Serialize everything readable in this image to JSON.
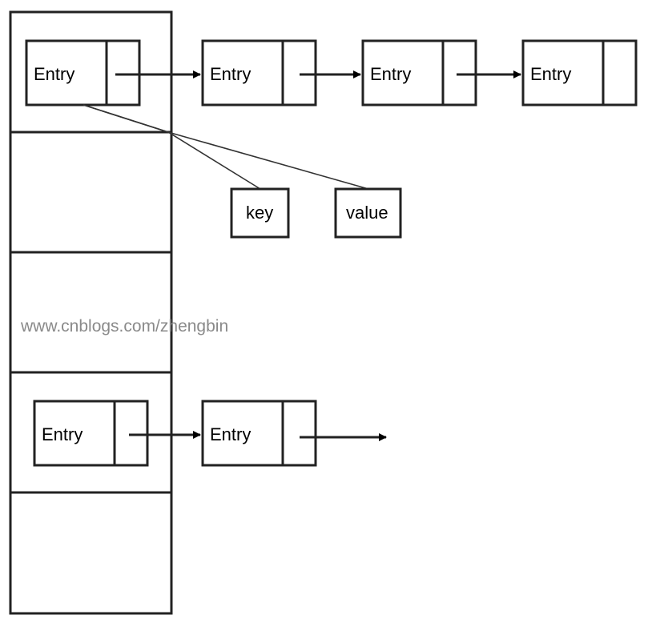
{
  "labels": {
    "entry": "Entry",
    "key": "key",
    "value": "value"
  },
  "watermark": "www.cnblogs.com/zhengbin",
  "colors": {
    "line": "#222222",
    "watermark": "#8a8a8a",
    "background": "#ffffff"
  }
}
